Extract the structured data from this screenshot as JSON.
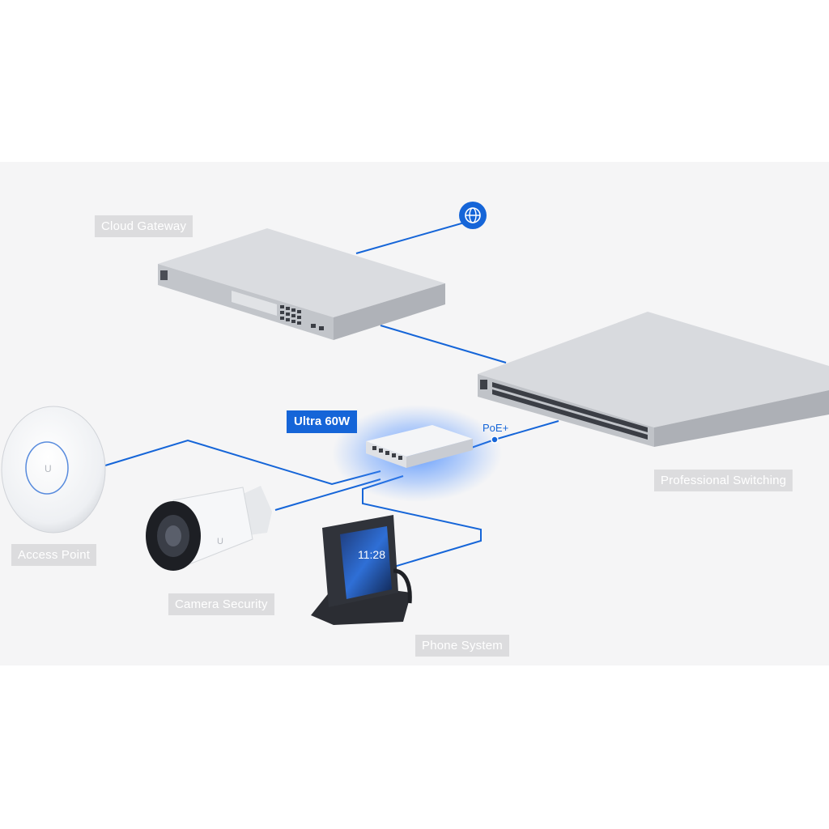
{
  "labels": {
    "cloud_gateway": "Cloud Gateway",
    "ultra": "Ultra 60W",
    "poe": "PoE+",
    "professional_switching": "Professional Switching",
    "access_point": "Access Point",
    "camera_security": "Camera Security",
    "phone_system": "Phone System"
  },
  "phone_screen_time": "11:28",
  "colors": {
    "link": "#1565d8",
    "device_body": "#c9cbd0",
    "label_bg": "#dcdcde",
    "highlight_label_bg": "#1565d8",
    "glow": "#2f7bff"
  },
  "icons": {
    "internet": "globe-icon"
  }
}
